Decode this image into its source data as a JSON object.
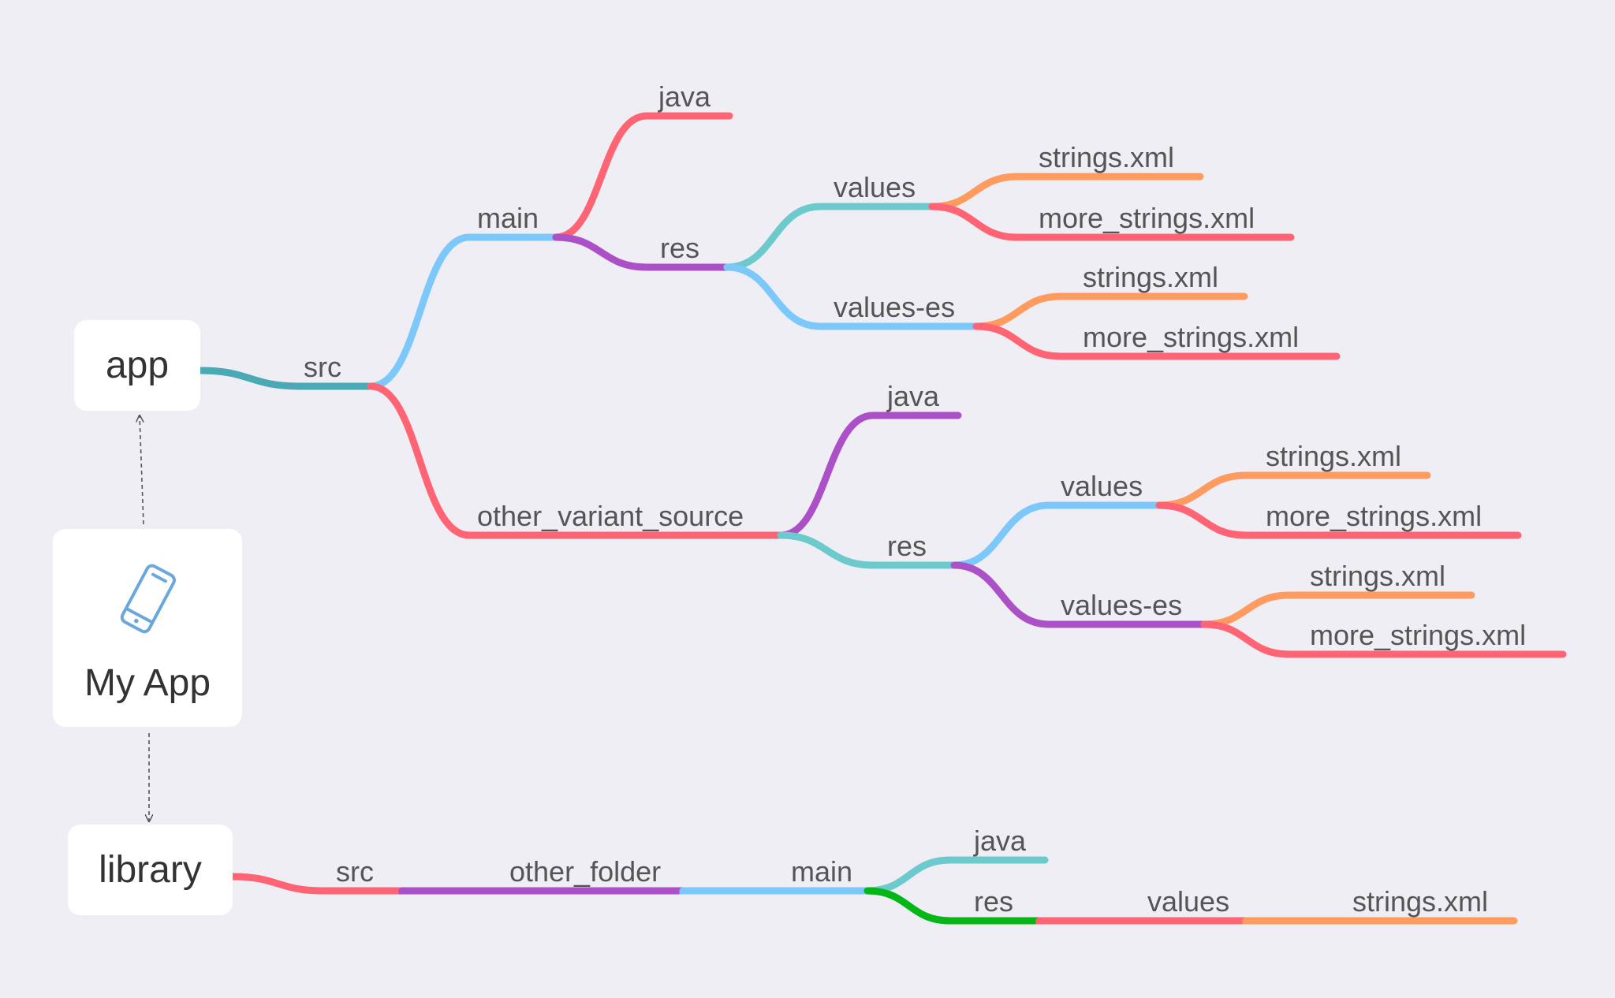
{
  "colors": {
    "background": "#efeef4",
    "red": "#ff6474",
    "blue": "#7dc8fb",
    "purple": "#ac50c8",
    "teal": "#6ccacd",
    "orange": "#ff9b5f",
    "green": "#05b617",
    "dark_teal": "#4aa9b4",
    "icon_blue": "#6aa8dc"
  },
  "root": {
    "title": "My App",
    "icon": "mobile-phone-icon"
  },
  "modules": [
    {
      "name": "app"
    },
    {
      "name": "library"
    }
  ],
  "app_tree": {
    "label": "src",
    "children": [
      {
        "label": "main",
        "children": [
          {
            "label": "java"
          },
          {
            "label": "res",
            "children": [
              {
                "label": "values",
                "children": [
                  {
                    "label": "strings.xml"
                  },
                  {
                    "label": "more_strings.xml"
                  }
                ]
              },
              {
                "label": "values-es",
                "children": [
                  {
                    "label": "strings.xml"
                  },
                  {
                    "label": "more_strings.xml"
                  }
                ]
              }
            ]
          }
        ]
      },
      {
        "label": "other_variant_source",
        "children": [
          {
            "label": "java"
          },
          {
            "label": "res",
            "children": [
              {
                "label": "values",
                "children": [
                  {
                    "label": "strings.xml"
                  },
                  {
                    "label": "more_strings.xml"
                  }
                ]
              },
              {
                "label": "values-es",
                "children": [
                  {
                    "label": "strings.xml"
                  },
                  {
                    "label": "more_strings.xml"
                  }
                ]
              }
            ]
          }
        ]
      }
    ]
  },
  "library_tree": {
    "label": "src",
    "children": [
      {
        "label": "other_folder",
        "children": [
          {
            "label": "main",
            "children": [
              {
                "label": "java"
              },
              {
                "label": "res",
                "children": [
                  {
                    "label": "values",
                    "children": [
                      {
                        "label": "strings.xml"
                      }
                    ]
                  }
                ]
              }
            ]
          }
        ]
      }
    ]
  }
}
